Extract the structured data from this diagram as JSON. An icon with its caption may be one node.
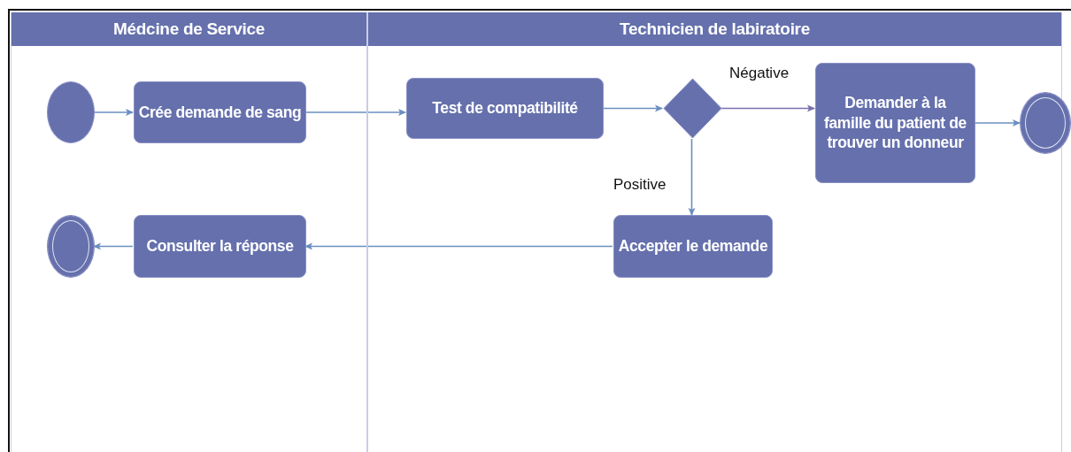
{
  "diagram": {
    "nodes": [
      {
        "text": [
          "Médcine de Service"
        ]
      },
      {
        "text": [],
        "shape": "circle",
        "in": 0
      },
      {
        "text": [
          "Crée demande de sang"
        ],
        "in": 0
      },
      {
        "text": [
          "Technicien de labiratoire"
        ]
      },
      {
        "text": [
          "Test de compatibilité"
        ],
        "in": 3
      },
      {
        "text": [],
        "shape": "diamond",
        "in": 3
      },
      {
        "text": [
          "Demander à la famille du patient de trouver un donneur"
        ],
        "in": 3
      },
      {
        "text": [],
        "shape": "ring"
      },
      {
        "text": [
          "Accepter le demande"
        ],
        "in": 3
      },
      {
        "text": [],
        "shape": "ring",
        "in": 0
      },
      {
        "text": [
          "Consulter la réponse"
        ],
        "in": 0
      }
    ],
    "edges": [
      {
        "from": 1,
        "to": 2,
        "arrow": "to"
      },
      {
        "from": 2,
        "to": 4,
        "arrow": "to"
      },
      {
        "from": 4,
        "to": 5,
        "arrow": "to"
      },
      {
        "from": 5,
        "to": 6,
        "arrow": "to",
        "label": "Négative",
        "color": "#7b6fae"
      },
      {
        "from": 6,
        "to": 7,
        "arrow": "to"
      },
      {
        "from": 5,
        "to": 8,
        "arrow": "to",
        "label": "Positive"
      },
      {
        "from": 8,
        "to": 10,
        "arrow": "to"
      },
      {
        "from": 10,
        "to": 9,
        "arrow": "to"
      }
    ]
  }
}
